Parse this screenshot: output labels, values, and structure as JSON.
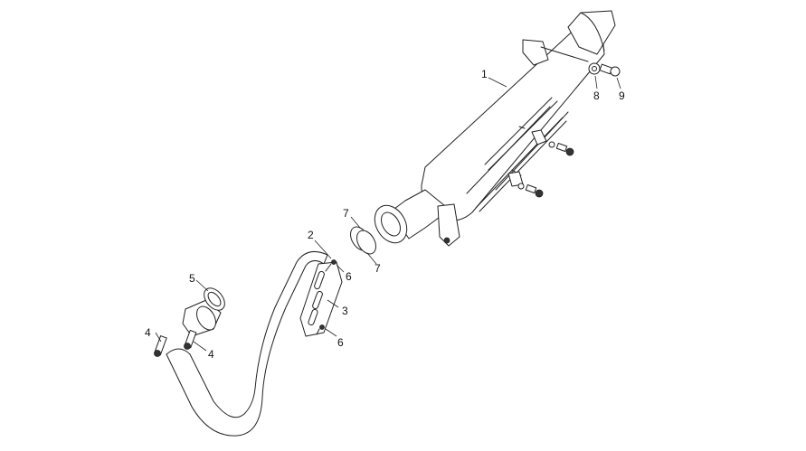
{
  "callouts": [
    {
      "id": "c1",
      "text": "1"
    },
    {
      "id": "c2",
      "text": "2"
    },
    {
      "id": "c3",
      "text": "3"
    },
    {
      "id": "c4a",
      "text": "4"
    },
    {
      "id": "c4b",
      "text": "4"
    },
    {
      "id": "c5",
      "text": "5"
    },
    {
      "id": "c6a",
      "text": "6"
    },
    {
      "id": "c6b",
      "text": "6"
    },
    {
      "id": "c7a",
      "text": "7"
    },
    {
      "id": "c7b",
      "text": "7"
    },
    {
      "id": "c8",
      "text": "8"
    },
    {
      "id": "c9",
      "text": "9"
    }
  ]
}
